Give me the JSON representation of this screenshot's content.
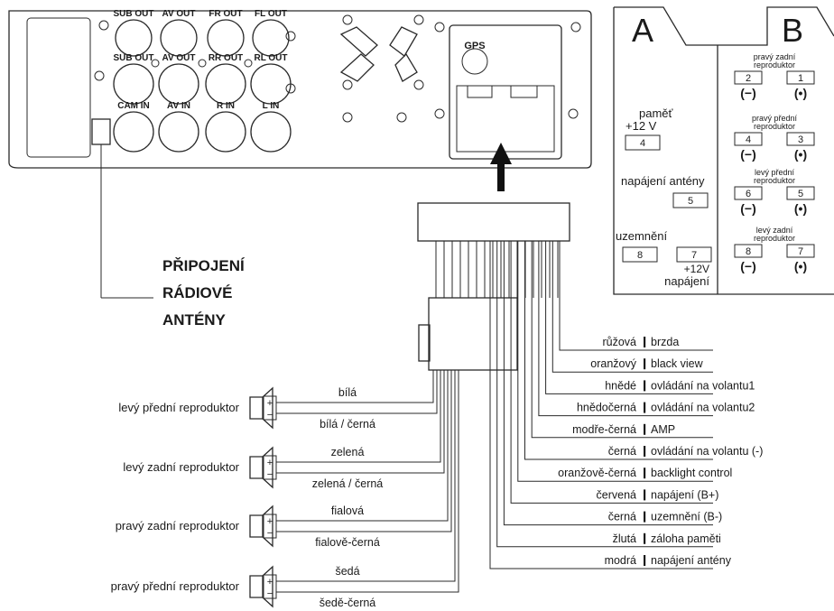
{
  "radio_panel": {
    "jacks": [
      [
        "SUB OUT",
        "AV OUT",
        "FR OUT",
        "FL OUT"
      ],
      [
        "SUB OUT",
        "AV OUT",
        "RR OUT",
        "RL OUT"
      ],
      [
        "CAM IN",
        "AV IN",
        "R IN",
        "L IN"
      ]
    ],
    "gps_label": "GPS"
  },
  "antenna_label": [
    "PŘIPOJENÍ",
    "RÁDIOVÉ",
    "ANTÉNY"
  ],
  "connector_a": {
    "title": "A",
    "memory_label": "paměť",
    "memory_voltage": "+12 V",
    "pin_memory": "4",
    "antenna_power_label": "napájení antény",
    "pin_antenna": "5",
    "ground_label": "uzemnění",
    "pin_ground": "8",
    "pin_power": "7",
    "power_voltage": "+12V",
    "power_label": "napájení"
  },
  "connector_b": {
    "title": "B",
    "groups": [
      {
        "label": [
          "pravý zadní",
          "reproduktor"
        ],
        "pins": [
          "2",
          "1"
        ]
      },
      {
        "label": [
          "pravý přední",
          "reproduktor"
        ],
        "pins": [
          "4",
          "3"
        ]
      },
      {
        "label": [
          "levý přední",
          "reproduktor"
        ],
        "pins": [
          "6",
          "5"
        ]
      },
      {
        "label": [
          "levý zadní",
          "reproduktor"
        ],
        "pins": [
          "8",
          "7"
        ]
      }
    ],
    "minus_symbol": "(−)",
    "plus_symbol": "(•)"
  },
  "speakers": [
    {
      "name": "levý přední reproduktor",
      "wire_plus": "bílá",
      "wire_minus": "bílá / černá"
    },
    {
      "name": "levý zadní reproduktor",
      "wire_plus": "zelená",
      "wire_minus": "zelená / černá"
    },
    {
      "name": "pravý zadní reproduktor",
      "wire_plus": "fialová",
      "wire_minus": "fialově-černá"
    },
    {
      "name": "pravý přední reproduktor",
      "wire_plus": "šedá",
      "wire_minus": "šedě-černá"
    }
  ],
  "speaker_plus": "+",
  "speaker_minus": "−",
  "wires": [
    {
      "color": "růžová",
      "function": "brzda"
    },
    {
      "color": "oranžový",
      "function": "black view"
    },
    {
      "color": "hnědé",
      "function": "ovládání na volantu1"
    },
    {
      "color": "hnědočerná",
      "function": "ovládání na volantu2"
    },
    {
      "color": "modře-černá",
      "function": "AMP"
    },
    {
      "color": "černá",
      "function": "ovládání na volantu (-)"
    },
    {
      "color": "oranžově-černá",
      "function": "backlight control"
    },
    {
      "color": "červená",
      "function": "napájení (B+)"
    },
    {
      "color": "černá",
      "function": "uzemnění (B-)"
    },
    {
      "color": "žlutá",
      "function": "záloha paměti"
    },
    {
      "color": "modrá",
      "function": "napájení antény"
    }
  ]
}
